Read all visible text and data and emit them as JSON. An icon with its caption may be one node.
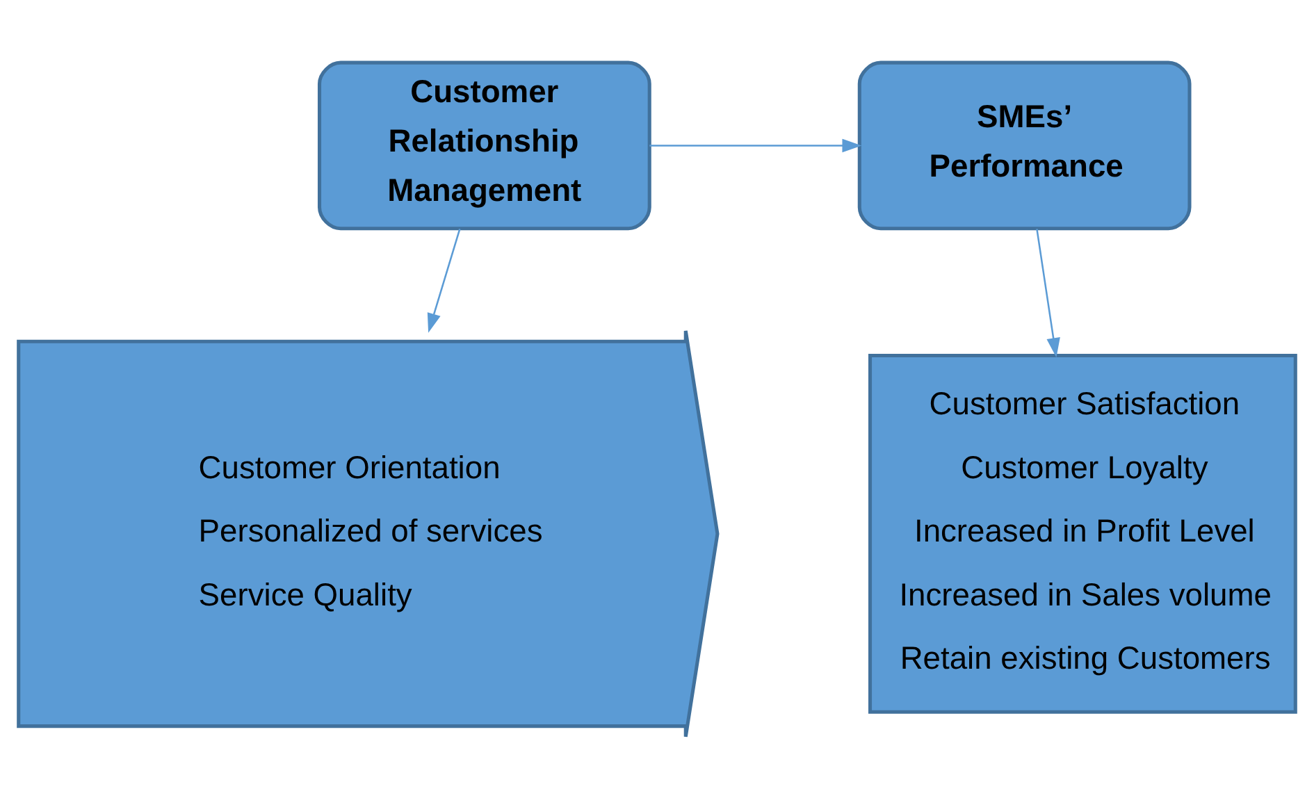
{
  "diagram": {
    "nodes": [
      {
        "text": [
          "Customer Relationship Management"
        ]
      },
      {
        "text": [
          "SMEs’ Performance"
        ]
      },
      {
        "text": [
          "Customer Orientation",
          "Personalized of services",
          "Service Quality"
        ]
      },
      {
        "text": [
          "Customer Satisfaction",
          "Customer Loyalty",
          "Increased in Profit Level",
          "Increased in Sales volume",
          "Retain existing Customers"
        ]
      }
    ],
    "edges": [
      {
        "from": 0,
        "to": 1,
        "arrow": "to"
      },
      {
        "from": 0,
        "to": 2,
        "arrow": "to"
      },
      {
        "from": 1,
        "to": 3,
        "arrow": "to"
      }
    ]
  }
}
